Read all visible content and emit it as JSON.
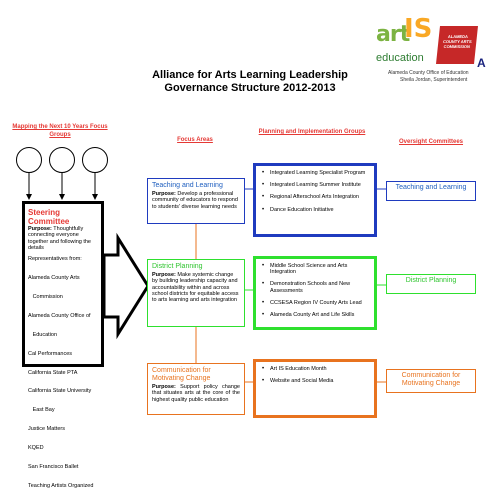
{
  "logos": {
    "art_is": {
      "art": "art",
      "is": "IS",
      "education": "education"
    },
    "acoe": {
      "text": "ALAMEDA COUNTY ARTS COMMISSION",
      "letter": "A"
    },
    "office": "Alameda County Office of Education",
    "superintendent": "Sheila Jordan, Superintendent"
  },
  "title": {
    "line1": "Alliance for Arts Learning Leadership",
    "line2": "Governance Structure 2012-2013"
  },
  "headers": {
    "mapping": "Mapping the Next 10 Years Focus Groups",
    "focus": "Focus Areas",
    "planning": "Planning and Implementation Groups",
    "oversight": "Oversight Committees"
  },
  "steering": {
    "title": "Steering Committee",
    "purpose_label": "Purpose:",
    "purpose_text": "Thoughtfully connecting everyone together and following the details",
    "reps_label": "Representatives from:",
    "members": [
      "Alameda County Arts",
      "   Commission",
      "Alameda County Office of",
      "   Education",
      "Cal Performances",
      "California State PTA",
      "California State University",
      "   East Bay",
      "Justice Matters",
      "KQED",
      "San Francisco Ballet",
      "Teaching Artists Organized"
    ]
  },
  "focus_areas": [
    {
      "title": "Teaching and Learning",
      "purpose_label": "Purpose:",
      "purpose_text": "Develop a professional community of educators to respond to students' diverse learning needs"
    },
    {
      "title": "District Planning",
      "purpose_label": "Purpose:",
      "purpose_text": "Make systemic change by building leadership capacity and accountability within and across school districts for equitable access to arts learning and arts integration"
    },
    {
      "title": "Communication for Motivating Change",
      "purpose_label": "Purpose:",
      "purpose_text": "Support policy change that situates arts at the core of the highest quality public education"
    }
  ],
  "planning_groups": [
    [
      "Integrated Learning Specialist Program",
      "Integrated Learning Summer Institute",
      "Regional Afterschool Arts Integration",
      "Dance Education Initiative"
    ],
    [
      "Middle School Science and Arts Integration",
      "Demonstration Schools and New Assessments",
      "CCSESA Region IV County Arts Lead",
      "Alameda County Art and Life Skills"
    ],
    [
      "Art IS Education Month",
      "Website and Social Media"
    ]
  ],
  "oversight": [
    "Teaching and Learning",
    "District Planning",
    "Communication for Motivating Change"
  ],
  "colors": {
    "blue": "#1f3bbf",
    "green": "#2ee02e",
    "orange": "#e8731f",
    "red_header": "#e53935",
    "teaching_text": "#1f5fbf",
    "district_text": "#2ec42e",
    "comm_text": "#e8731f"
  }
}
